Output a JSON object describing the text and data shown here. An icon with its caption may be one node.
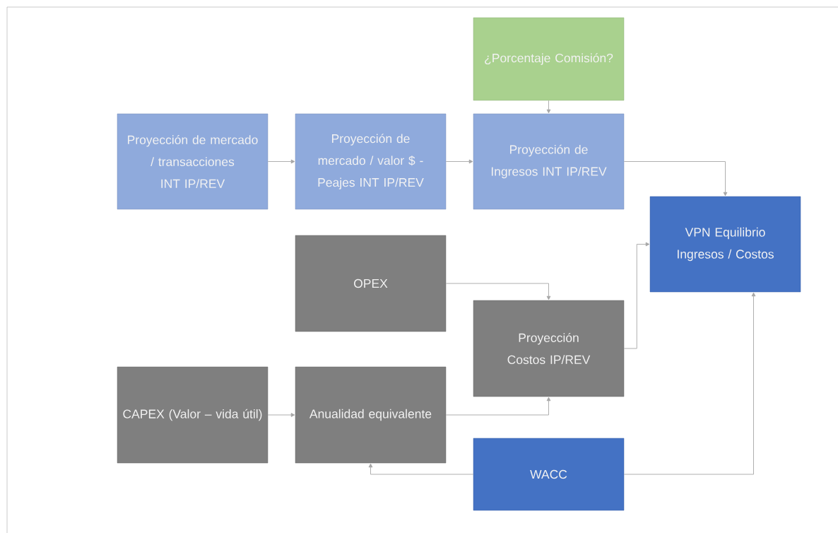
{
  "diagram": {
    "nodes": [
      {
        "text": [
          "¿Porcentaje Comisión?"
        ]
      },
      {
        "text": [
          "Proyección de mercado / transacciones INT IP/REV"
        ]
      },
      {
        "text": [
          "Proyección de mercado / valor $ - Peajes INT IP/REV"
        ]
      },
      {
        "text": [
          "Proyección de Ingresos INT IP/REV"
        ]
      },
      {
        "text": [
          "VPN Equilibrio Ingresos / Costos"
        ]
      },
      {
        "text": [
          "OPEX"
        ]
      },
      {
        "text": [
          "Proyección Costos IP/REV"
        ]
      },
      {
        "text": [
          "CAPEX (Valor – vida útil)"
        ]
      },
      {
        "text": [
          "Anualidad equivalente"
        ]
      },
      {
        "text": [
          "WACC"
        ]
      }
    ],
    "edges": [
      {
        "from": 0,
        "to": 3,
        "arrow": "to"
      },
      {
        "from": 1,
        "to": 2,
        "arrow": "to"
      },
      {
        "from": 2,
        "to": 3,
        "arrow": "to"
      },
      {
        "from": 3,
        "to": 4,
        "arrow": "to"
      },
      {
        "from": 5,
        "to": 6,
        "arrow": "to"
      },
      {
        "from": 6,
        "to": 4,
        "arrow": "to"
      },
      {
        "from": 7,
        "to": 8,
        "arrow": "to"
      },
      {
        "from": 8,
        "to": 6,
        "arrow": "to"
      },
      {
        "from": 9,
        "to": 8,
        "arrow": "to"
      },
      {
        "from": 9,
        "to": 4,
        "arrow": "to"
      }
    ]
  }
}
